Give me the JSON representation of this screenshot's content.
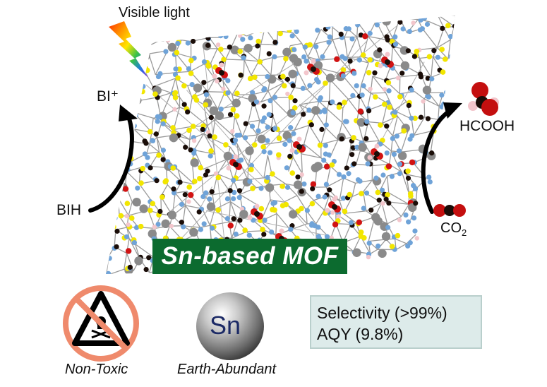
{
  "labels": {
    "visible_light": "Visible light",
    "bi_plus": "BI⁺",
    "bih": "BIH",
    "hcooh": "HCOOH",
    "co2_main": "CO",
    "co2_sub": "2",
    "mof_title": "Sn-based MOF",
    "sn_symbol": "Sn",
    "non_toxic": "Non-Toxic",
    "earth_abundant": "Earth-Abundant"
  },
  "metrics": {
    "selectivity": "Selectivity (>99%)",
    "aqy": "AQY (9.8%)"
  },
  "colors": {
    "banner_bg": "#0c6b2f",
    "metrics_bg": "#ddebea",
    "atom_blue": "#6fa3d8",
    "atom_yellow": "#f2e600",
    "atom_black": "#1a0d08",
    "atom_gray": "#8a8a8a",
    "atom_red": "#d11313",
    "atom_pink": "#f3c6cc",
    "prohibit_red": "#ef8a6c"
  },
  "icons": {
    "lightning": "rainbow-lightning-icon",
    "no_toxic": "prohibited-toxic-icon",
    "tin_sphere": "tin-sphere-icon",
    "formic_acid": "hcooh-molecule-icon",
    "co2": "co2-molecule-icon"
  }
}
